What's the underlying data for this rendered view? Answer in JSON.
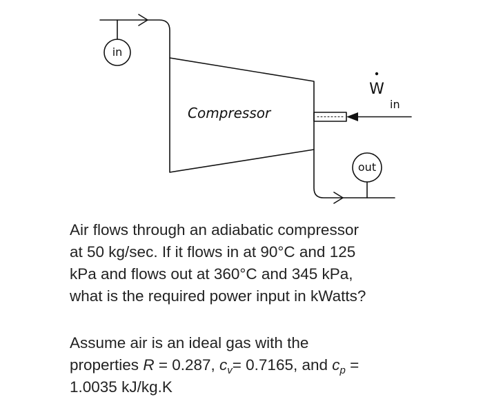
{
  "diagram": {
    "inlet_label": "in",
    "outlet_label": "out",
    "compressor_label": "Compressor",
    "work_symbol": "W",
    "work_subscript": "in"
  },
  "problem": {
    "p1_lines": [
      "Air flows through an adiabatic compressor",
      "at 50 kg/sec. If it flows in at 90°C and 125",
      "kPa and flows out at 360°C and 345 kPa,",
      "what is the required power input in kWatts?"
    ],
    "p2_line1": "Assume air is an ideal gas with the",
    "p2_line2_prefix": "properties ",
    "R_symbol": "R",
    "R_value": " = 0.287, ",
    "cv_symbol": "c",
    "cv_sub": "v",
    "cv_value": "= 0.7165, and ",
    "cp_symbol": "c",
    "cp_sub": "p",
    "cp_value": " =",
    "p2_line3": "1.0035 kJ/kg.K"
  }
}
